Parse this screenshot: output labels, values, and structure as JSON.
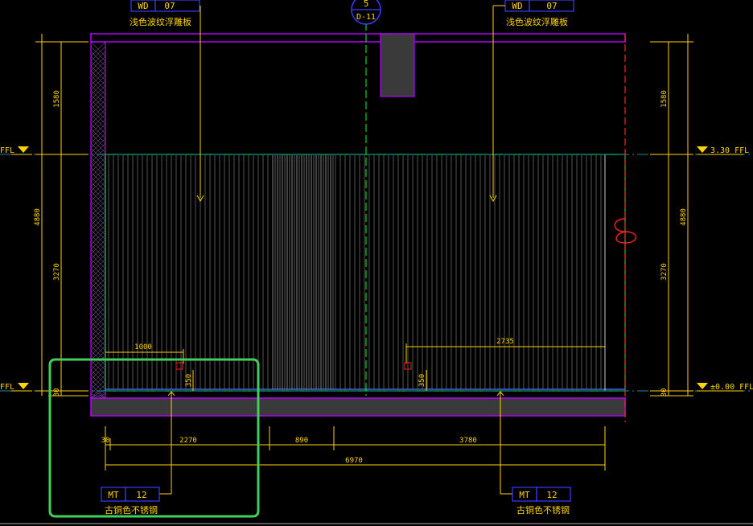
{
  "drawing": {
    "colors": {
      "background": "#000000",
      "frame": "#b400ff",
      "panel": "#00c853",
      "dim": "#ffd400",
      "axis": "#00ff40",
      "cut": "#ff2020",
      "tag": "#3c3cff",
      "fill": "#3a3a3a",
      "highlight": "#3fcf5a"
    },
    "section_tag": {
      "top": "5",
      "bottom": "D-11"
    },
    "tags": {
      "top_left": {
        "code": "WD",
        "num": "07",
        "desc": "浅色波纹浮雕板"
      },
      "top_right": {
        "code": "WD",
        "num": "07",
        "desc": "浅色波纹浮雕板"
      },
      "bottom_left": {
        "code": "MT",
        "num": "12",
        "desc": "古铜色不锈钢"
      },
      "bottom_right": {
        "code": "MT",
        "num": "12",
        "desc": "古铜色不锈钢"
      }
    },
    "levels": {
      "left_upper": "FFL",
      "left_lower": "FFL",
      "right_upper": "3.30 FFL",
      "right_lower": "±0.00 FFL"
    },
    "vertical_dims": {
      "left": [
        "1580",
        "4880",
        "3270",
        "30"
      ],
      "right": [
        "1580",
        "4880",
        "3270",
        "30"
      ]
    },
    "horizontal_dims": {
      "top_left": "1000",
      "top_right": "2735",
      "h_left": "350",
      "h_right": "350",
      "row1": [
        "30",
        "2270",
        "890",
        "3780"
      ],
      "total": "6970"
    }
  }
}
